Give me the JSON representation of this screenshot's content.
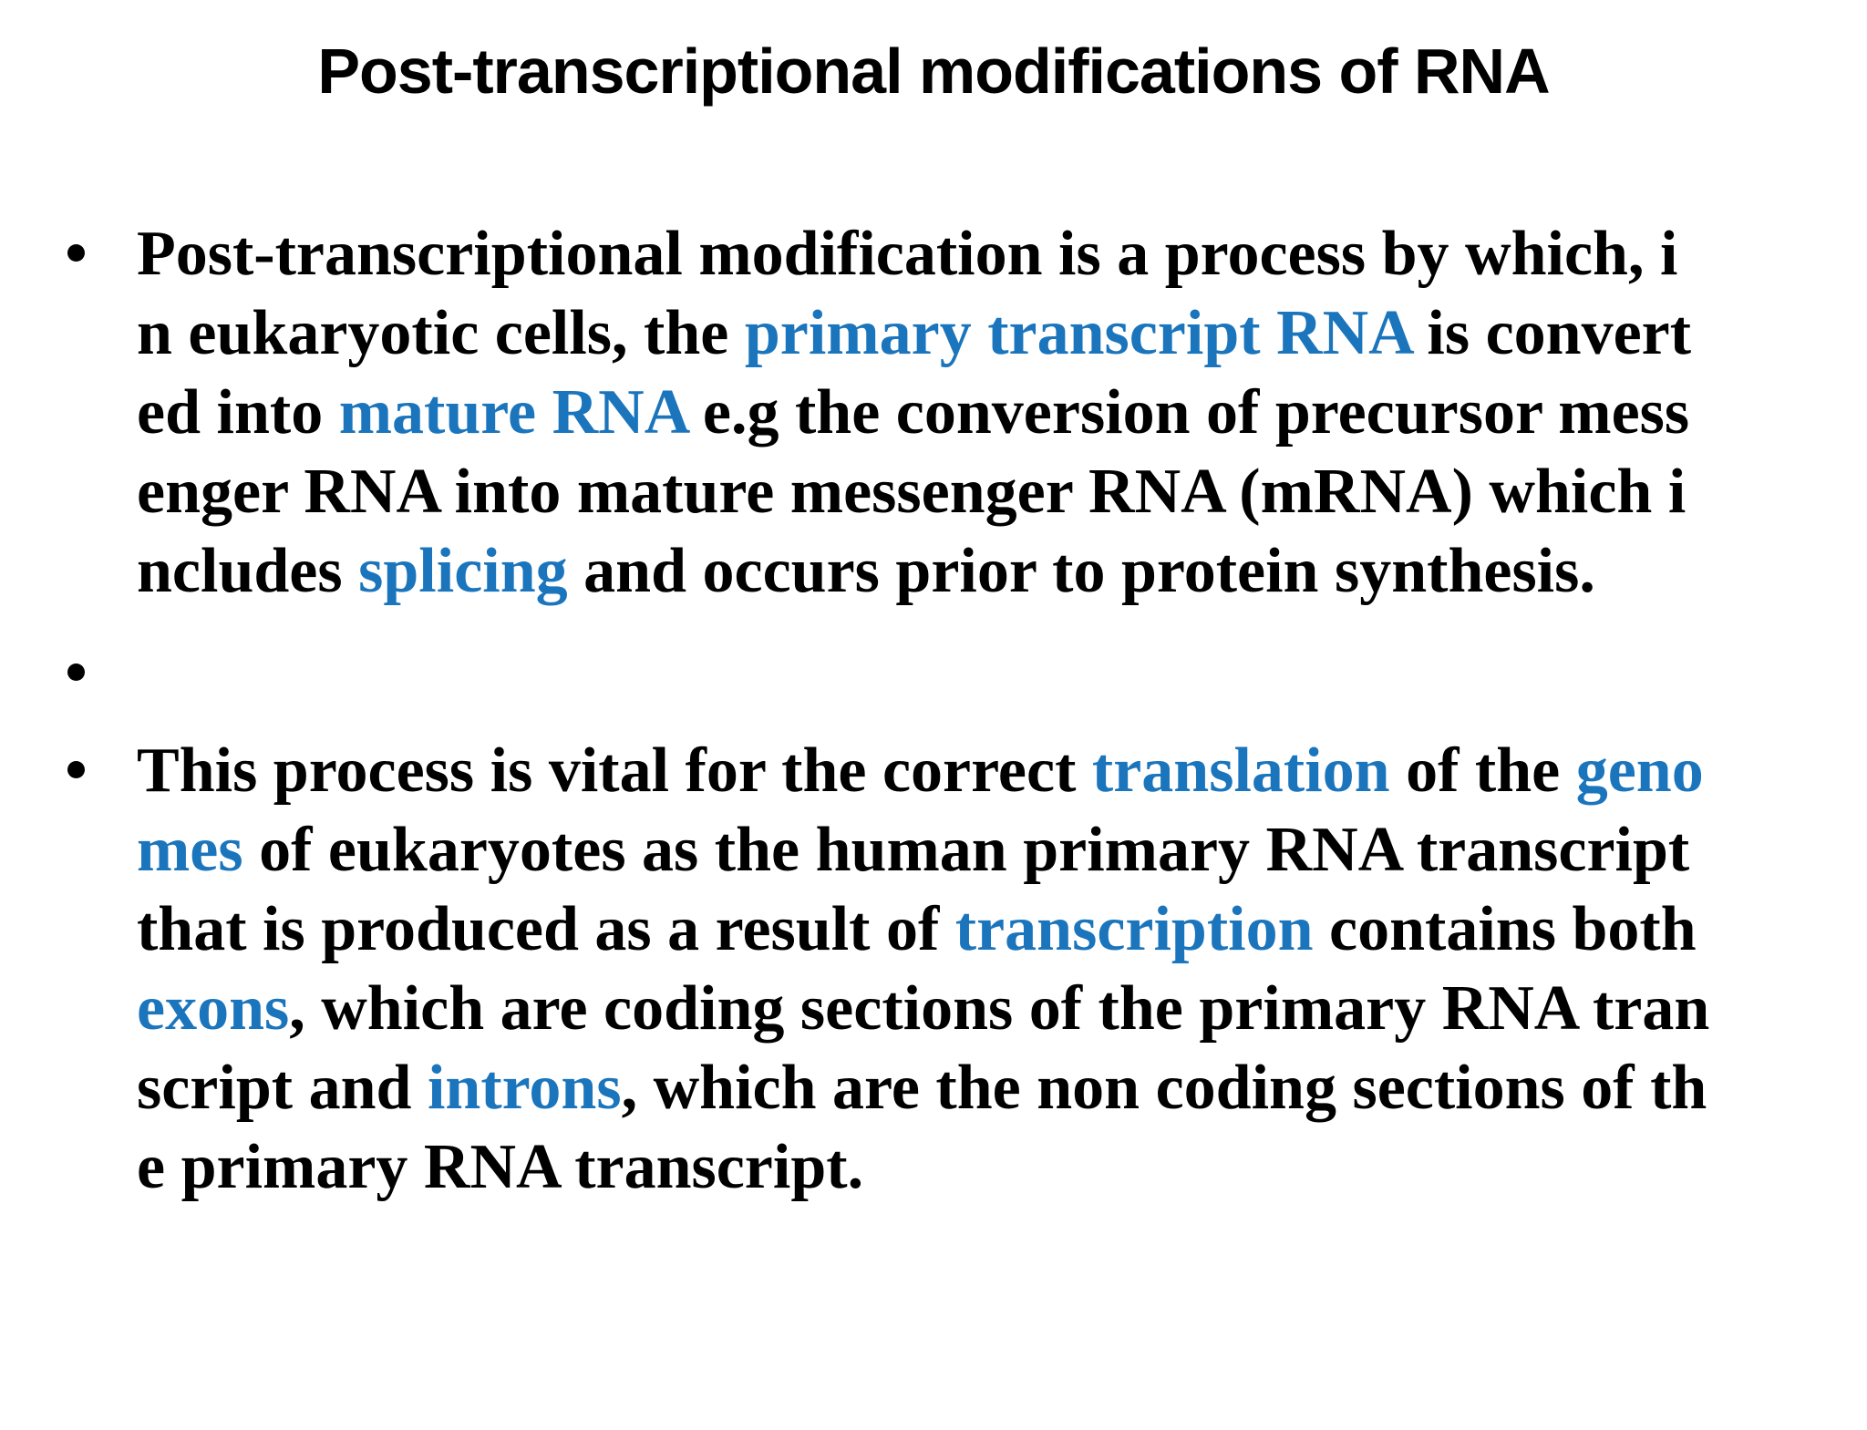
{
  "slide": {
    "title": "Post-transcriptional modifications of RNA",
    "background_color": "#FFFFFF",
    "text_color": "#000000",
    "accent_color": "#1B75BC",
    "bullets": [
      {
        "lines": [
          [
            {
              "t": "Post-transcriptional modification is a process by which, i"
            }
          ],
          [
            {
              "t": "n eukaryotic cells, the "
            },
            {
              "t": "primary transcript RNA",
              "c": "accent"
            },
            {
              "t": " is convert"
            }
          ],
          [
            {
              "t": "ed into "
            },
            {
              "t": "mature RNA",
              "c": "accent"
            },
            {
              "t": " e.g the conversion of precursor mess"
            }
          ],
          [
            {
              "t": "enger RNA into mature messenger RNA (mRNA) which i"
            }
          ],
          [
            {
              "t": "ncludes "
            },
            {
              "t": "splicing",
              "c": "accent"
            },
            {
              "t": " and occurs prior to protein synthesis."
            }
          ]
        ]
      },
      {
        "lines": []
      },
      {
        "lines": [
          [
            {
              "t": "This process is vital for the correct "
            },
            {
              "t": "translation",
              "c": "accent"
            },
            {
              "t": " of the "
            },
            {
              "t": "geno",
              "c": "accent"
            }
          ],
          [
            {
              "t": "mes",
              "c": "accent"
            },
            {
              "t": " of eukaryotes as the human primary RNA transcript"
            }
          ],
          [
            {
              "t": "that is produced as a result of "
            },
            {
              "t": "transcription",
              "c": "accent"
            },
            {
              "t": " contains both"
            }
          ],
          [
            {
              "t": "exons",
              "c": "accent"
            },
            {
              "t": ", which are coding sections of the primary RNA tran"
            }
          ],
          [
            {
              "t": "script and "
            },
            {
              "t": "introns",
              "c": "accent"
            },
            {
              "t": ", which are the non coding sections of th"
            }
          ],
          [
            {
              "t": "e primary RNA transcript."
            }
          ]
        ]
      }
    ]
  }
}
